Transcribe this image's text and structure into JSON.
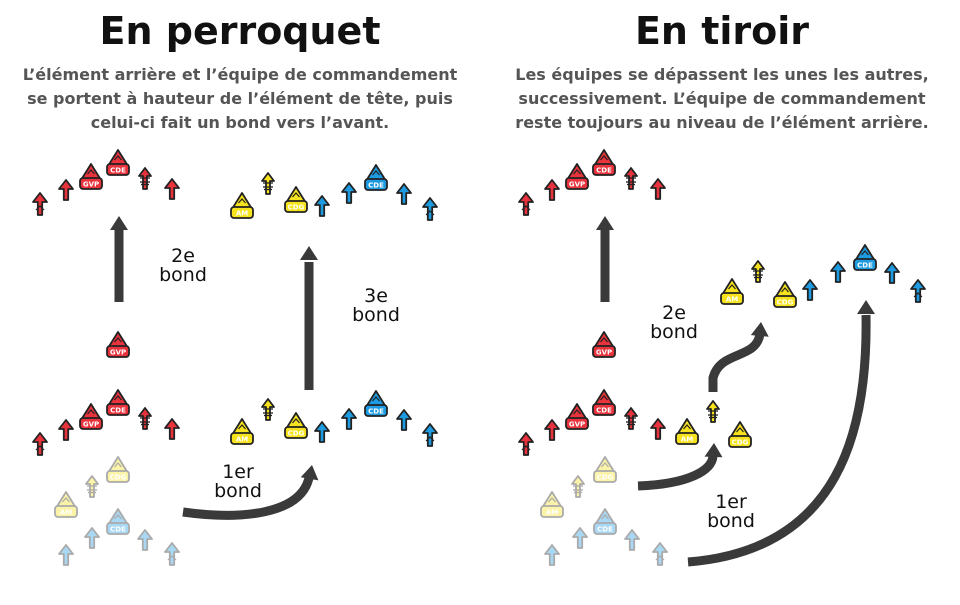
{
  "colors": {
    "red": "#e8323c",
    "yellow": "#f7e31d",
    "blue": "#1e9be0",
    "outline": "#222222",
    "arrow": "#3a3a3a"
  },
  "panels": {
    "left": {
      "title": "En perroquet",
      "subtitle": [
        "L’élément arrière et l’équipe de commandement",
        "se portent à hauteur de l’élément de tête, puis",
        "celui-ci fait un bond vers l’avant."
      ],
      "bonds": [
        [
          "1er",
          "bond"
        ],
        [
          "2e",
          "bond"
        ],
        [
          "3e",
          "bond"
        ]
      ]
    },
    "right": {
      "title": "En tiroir",
      "subtitle": [
        "Les équipes se dépassent les unes les autres,",
        "successivement. L’équipe de commandement",
        "reste toujours au niveau de l’élément arrière."
      ],
      "bonds": [
        [
          "1er",
          "bond"
        ],
        [
          "2e",
          "bond"
        ]
      ]
    }
  },
  "markers": {
    "cde": "CDE",
    "gvp": "GVP",
    "cdg": "CDG",
    "am": "AM"
  },
  "icons": {
    "soldier": "arrow-up-icon",
    "leader": "triangle-icon",
    "gunner": "double-arrow-icon",
    "signal": "antenna-arrow-icon",
    "bond": "curved-arrow-icon"
  }
}
